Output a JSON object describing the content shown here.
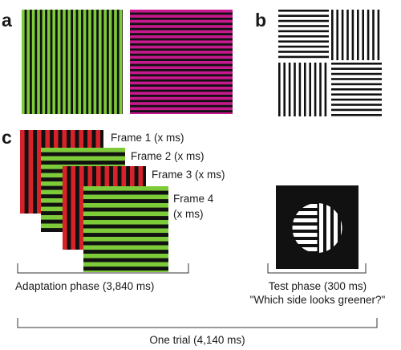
{
  "panels": {
    "a": "a",
    "b": "b",
    "c": "c"
  },
  "frames": [
    {
      "label": "Frame 1 (x ms)"
    },
    {
      "label": "Frame 2 (x ms)"
    },
    {
      "label": "Frame 3 (x ms)"
    },
    {
      "label": "Frame 4",
      "sub": "(x ms)"
    }
  ],
  "phases": {
    "adaptation": "Adaptation phase (3,840 ms)",
    "test_line1": "Test phase (300 ms)",
    "test_line2": "\"Which side looks greener?\"",
    "trial": "One trial (4,140 ms)"
  },
  "colors": {
    "green": "#7ecb3a",
    "magenta": "#c8188e",
    "red": "#d8222a",
    "black": "#111111",
    "white": "#ffffff"
  }
}
